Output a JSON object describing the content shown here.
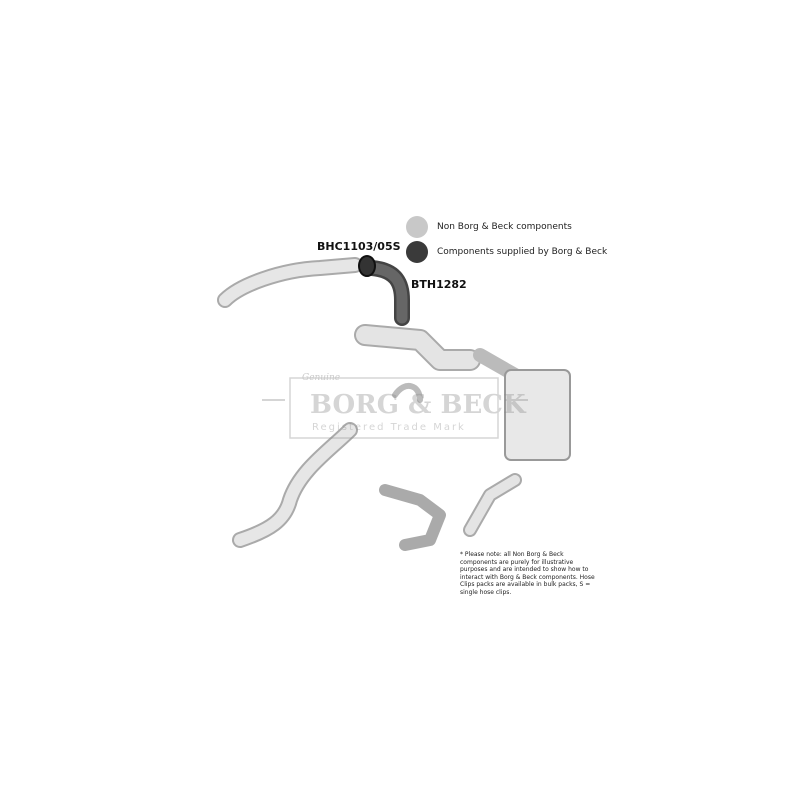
{
  "legend": {
    "non_bb_label": "Non Borg & Beck components",
    "bb_label": "Components supplied by Borg & Beck",
    "non_bb_color": "#c8c8c8",
    "bb_color": "#3a3a3a"
  },
  "parts": {
    "clip": "BHC1103/05S",
    "hose": "BTH1282"
  },
  "watermark": {
    "script": "Genuine",
    "brand": "BORG & BECK",
    "sub": "Registered Trade Mark"
  },
  "note": "* Please note: all Non Borg & Beck components are purely for illustrative purposes and are intended to show how to interact with Borg & Beck components. Hose Clips packs are available in bulk packs, S = single hose clips."
}
